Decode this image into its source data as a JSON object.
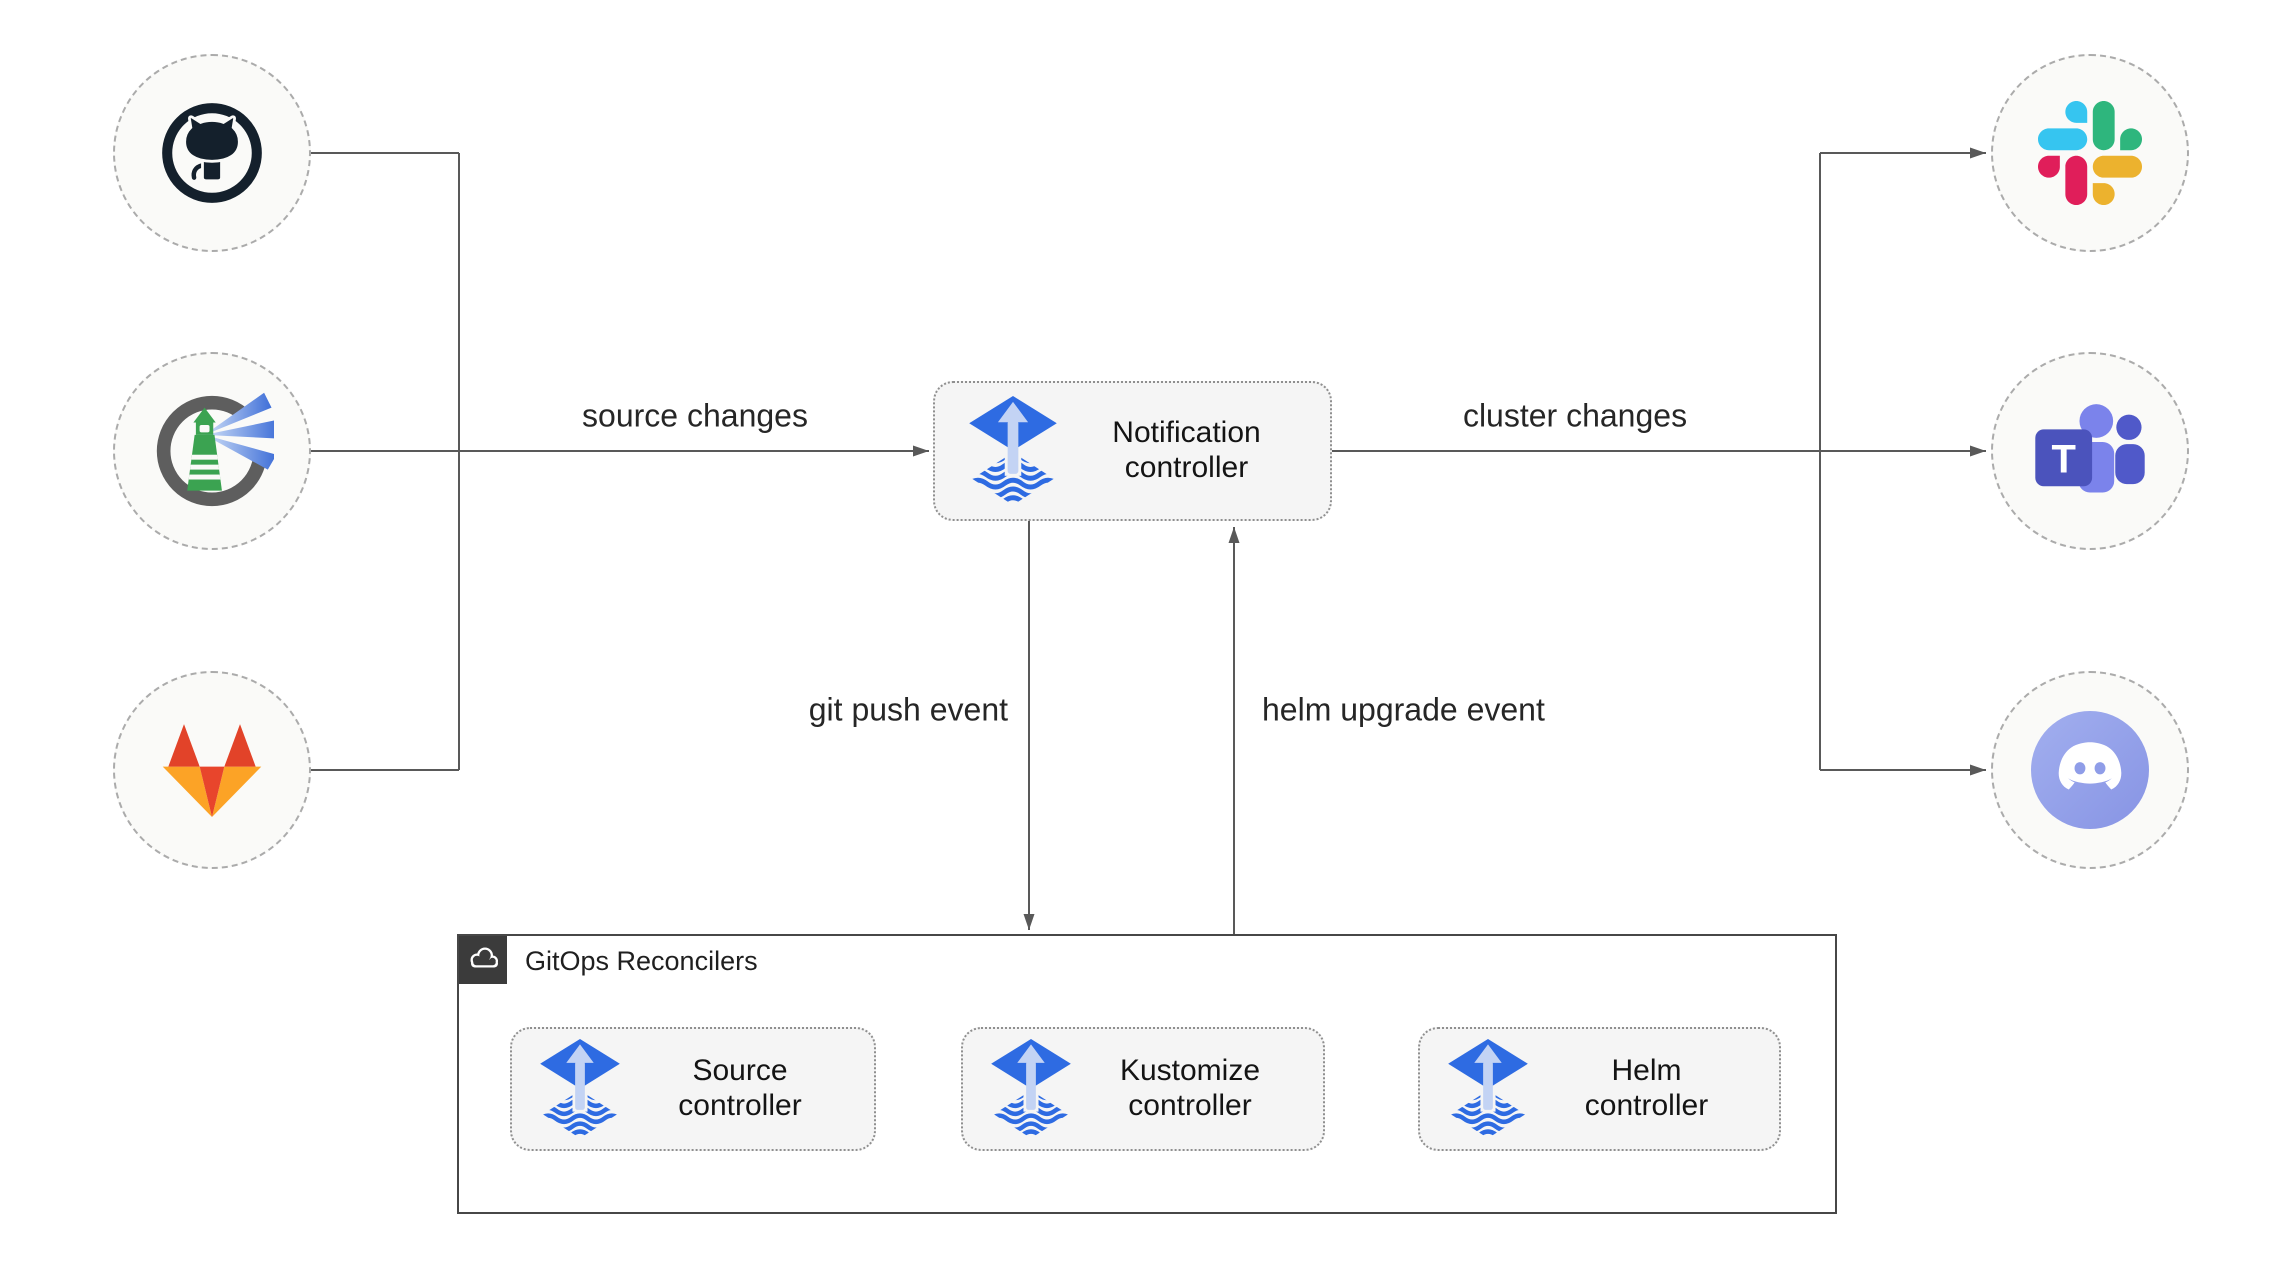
{
  "nodes": {
    "notification": "Notification\ncontroller",
    "source": "Source\ncontroller",
    "kustomize": "Kustomize\ncontroller",
    "helm": "Helm\ncontroller"
  },
  "group": {
    "label": "GitOps Reconcilers",
    "icon": "cloud-icon"
  },
  "edges": {
    "source_changes": "source changes",
    "cluster_changes": "cluster changes",
    "git_push": "git push event",
    "helm_upgrade": "helm upgrade event"
  },
  "sources": [
    {
      "icon": "github-icon"
    },
    {
      "icon": "harbor-icon"
    },
    {
      "icon": "gitlab-icon"
    }
  ],
  "targets": [
    {
      "icon": "slack-icon"
    },
    {
      "icon": "teams-icon"
    },
    {
      "icon": "discord-icon"
    }
  ],
  "icons": {
    "controller_icon": "flux-icon",
    "teams_t": "T"
  },
  "colors": {
    "line": "#595959",
    "label_text": "#262626",
    "box_fill": "#F5F5F5",
    "box_border": "#8F8F8F",
    "circle_fill": "#FAFAF8",
    "circle_border": "#ABABAB",
    "group_border": "#474747",
    "group_header": "#3B3B3B",
    "flux_blue": "#2E6BE2",
    "flux_arrow_light": "#C3D3F4",
    "github_dark": "#14202C",
    "harbor_green": "#3BA351",
    "harbor_ring": "#5E5E5E",
    "gitlab_red": "#E24329",
    "gitlab_orange": "#FCA326",
    "slack_blue": "#36C5F0",
    "slack_green": "#2EB67D",
    "slack_yellow": "#ECB22E",
    "slack_red": "#E01E5A",
    "teams_purple": "#4B53BC",
    "teams_light": "#7B83EB",
    "teams_dark": "#5059C9",
    "discord_blurple": "#8B9CEA"
  }
}
